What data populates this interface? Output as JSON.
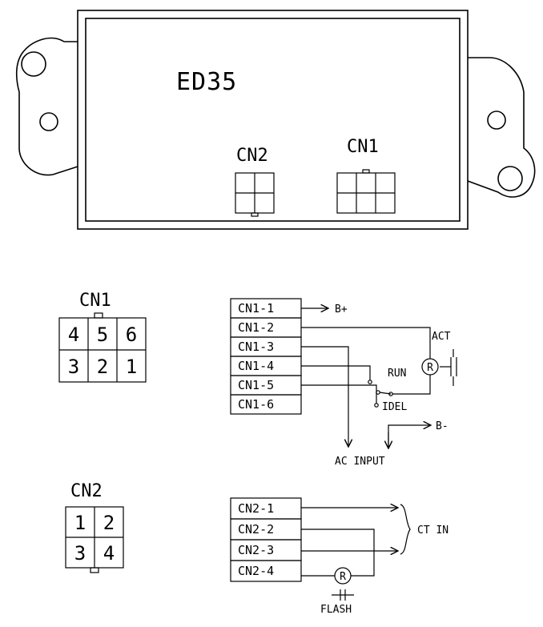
{
  "module": {
    "title": "ED35",
    "cn2_label": "CN2",
    "cn1_label": "CN1"
  },
  "cn1_pinout": {
    "title": "CN1",
    "pins": [
      "4",
      "5",
      "6",
      "3",
      "2",
      "1"
    ]
  },
  "cn2_pinout": {
    "title": "CN2",
    "pins": [
      "1",
      "2",
      "3",
      "4"
    ]
  },
  "cn1_terminals": [
    "CN1-1",
    "CN1-2",
    "CN1-3",
    "CN1-4",
    "CN1-5",
    "CN1-6"
  ],
  "cn2_terminals": [
    "CN2-1",
    "CN2-2",
    "CN2-3",
    "CN2-4"
  ],
  "labels": {
    "b_plus": "B+",
    "b_minus": "B-",
    "act": "ACT",
    "run": "RUN",
    "idel": "IDEL",
    "ac_input": "AC INPUT",
    "ct_in": "CT IN",
    "flash": "FLASH",
    "relay_symbol": "R"
  }
}
